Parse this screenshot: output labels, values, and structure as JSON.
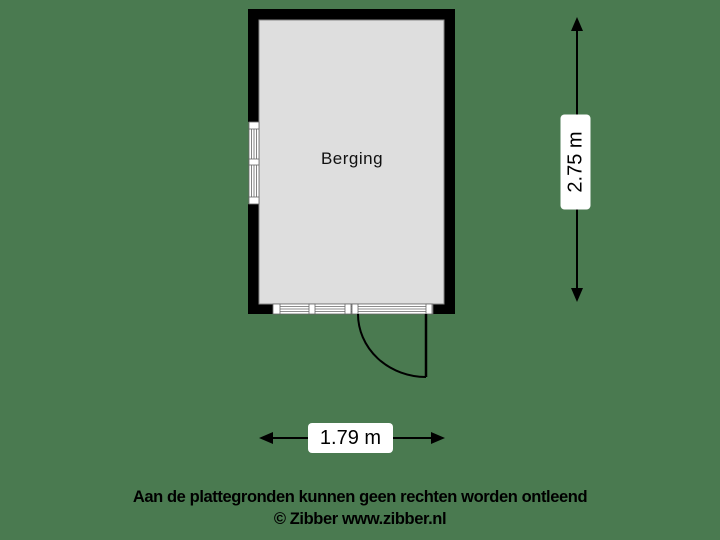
{
  "floorplan": {
    "room": {
      "name": "Berging"
    },
    "dimensions": {
      "width": "1.79 m",
      "height": "2.75 m"
    },
    "disclaimer": "Aan de plattegronden kunnen geen rechten worden ontleend",
    "copyright": "© Zibber www.zibber.nl",
    "colors": {
      "background": "#4a7a50",
      "wall": "#000000",
      "floor": "#dedede",
      "label_bg": "#ffffff"
    }
  }
}
